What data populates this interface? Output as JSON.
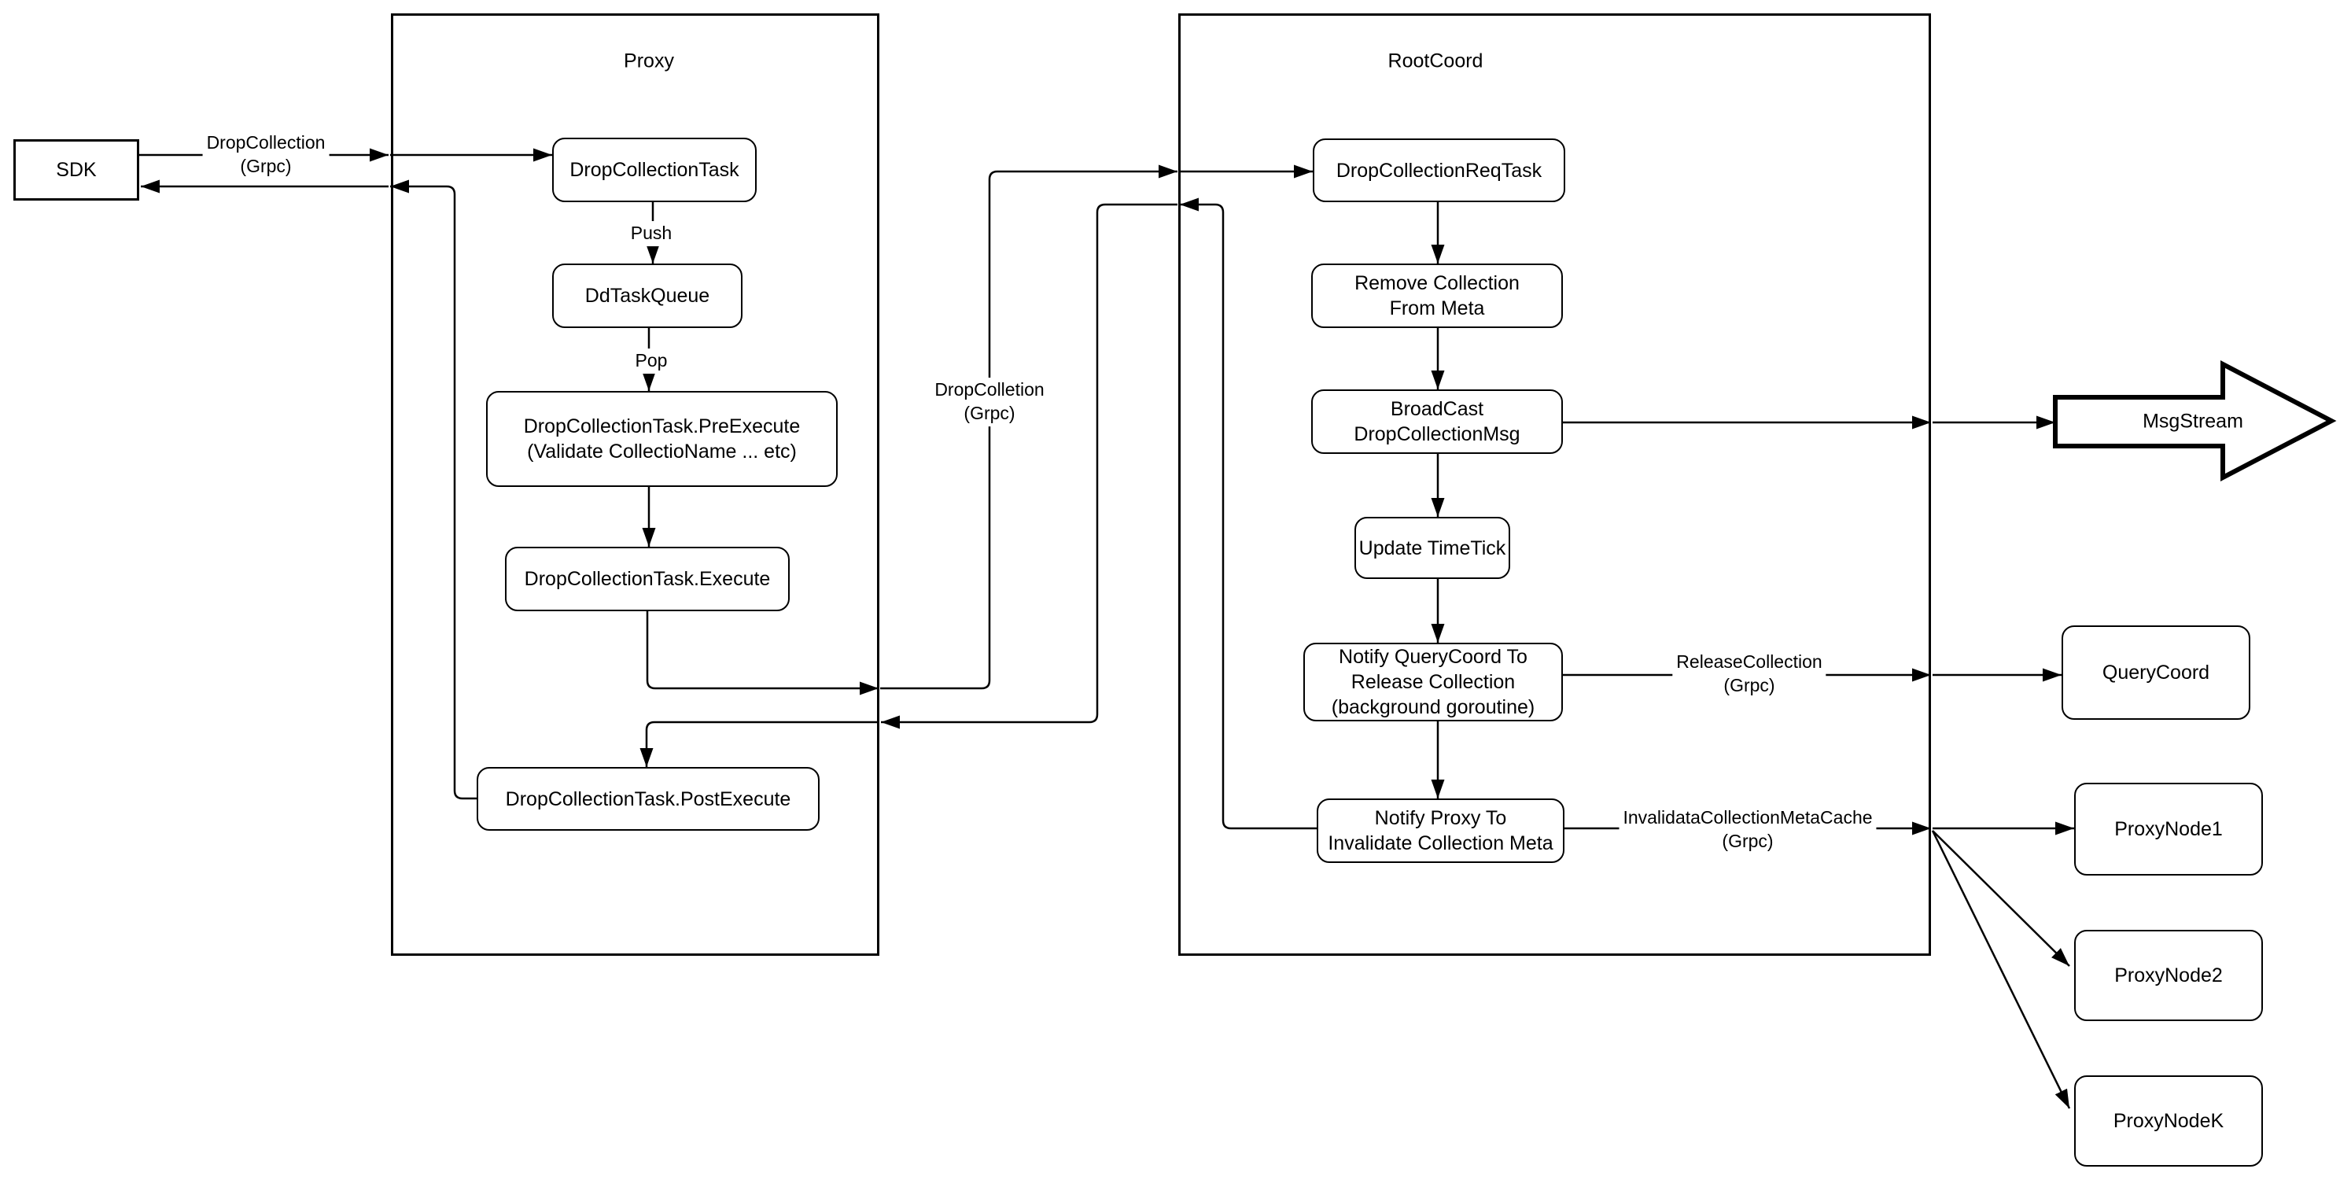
{
  "diagram": {
    "sdk": {
      "label": "SDK"
    },
    "proxy": {
      "title": "Proxy",
      "nodes": {
        "drop_collection_task": "DropCollectionTask",
        "dd_task_queue": "DdTaskQueue",
        "pre_execute": "DropCollectionTask.PreExecute\n(Validate CollectioName ... etc)",
        "execute": "DropCollectionTask.Execute",
        "post_execute": "DropCollectionTask.PostExecute"
      },
      "edge_labels": {
        "push": "Push",
        "pop": "Pop"
      }
    },
    "rootcoord": {
      "title": "RootCoord",
      "nodes": {
        "req_task": "DropCollectionReqTask",
        "remove_meta": "Remove Collection\nFrom Meta",
        "broadcast": "BroadCast\nDropCollectionMsg",
        "update_timetick": "Update TimeTick",
        "notify_querycoord": "Notify QueryCoord To\nRelease Collection\n(background goroutine)",
        "notify_proxy": "Notify Proxy To\nInvalidate Collection Meta"
      }
    },
    "external": {
      "msgstream": "MsgStream",
      "querycoord": "QueryCoord",
      "proxynode1": "ProxyNode1",
      "proxynode2": "ProxyNode2",
      "proxynodek": "ProxyNodeK"
    },
    "edge_labels": {
      "sdk_request": "DropCollection\n(Grpc)",
      "proxy_to_root": "DropColletion\n(Grpc)",
      "release": "ReleaseCollection\n(Grpc)",
      "invalidate": "InvalidataCollectionMetaCache\n(Grpc)"
    },
    "colors": {
      "stroke": "#000000",
      "background": "#ffffff"
    }
  }
}
